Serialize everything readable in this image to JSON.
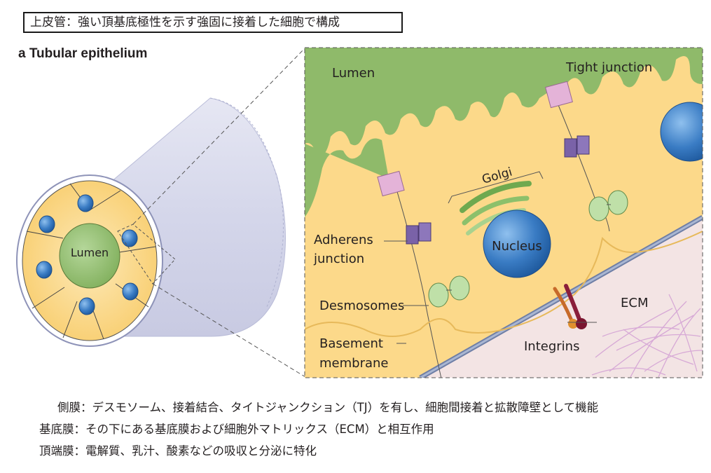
{
  "title": "上皮管：強い頂基底極性を示す強固に接着した細胞で構成",
  "panel_letter": "a",
  "panel_title": "Tubular epithelium",
  "labels": {
    "lumen_tube": "Lumen",
    "lumen_detail": "Lumen",
    "tight_junction": "Tight junction",
    "golgi": "Golgi",
    "nucleus": "Nucleus",
    "adherens_line1": "Adherens",
    "adherens_line2": "junction",
    "desmosomes": "Desmosomes",
    "basement_line1": "Basement",
    "basement_line2": "membrane",
    "integrins": "Integrins",
    "ecm": "ECM"
  },
  "colors": {
    "lumen_green": "#8fba6a",
    "cell_yellow": "#fbd77e",
    "nucleus_blue": "#2f6fb5",
    "tight_junction": "#e4b3d8",
    "adherens": "#7a62a8",
    "desmosome": "#bfe0a8",
    "ecm_bg": "#f1e3e3"
  },
  "notes": [
    "側膜：デスモソーム、接着結合、タイトジャンクション（TJ）を有し、細胞間接着と拡散障壁として機能",
    "基底膜：その下にある基底膜および細胞外マトリックス（ECM）と相互作用",
    "頂端膜：電解質、乳汁、酸素などの吸収と分泌に特化"
  ]
}
